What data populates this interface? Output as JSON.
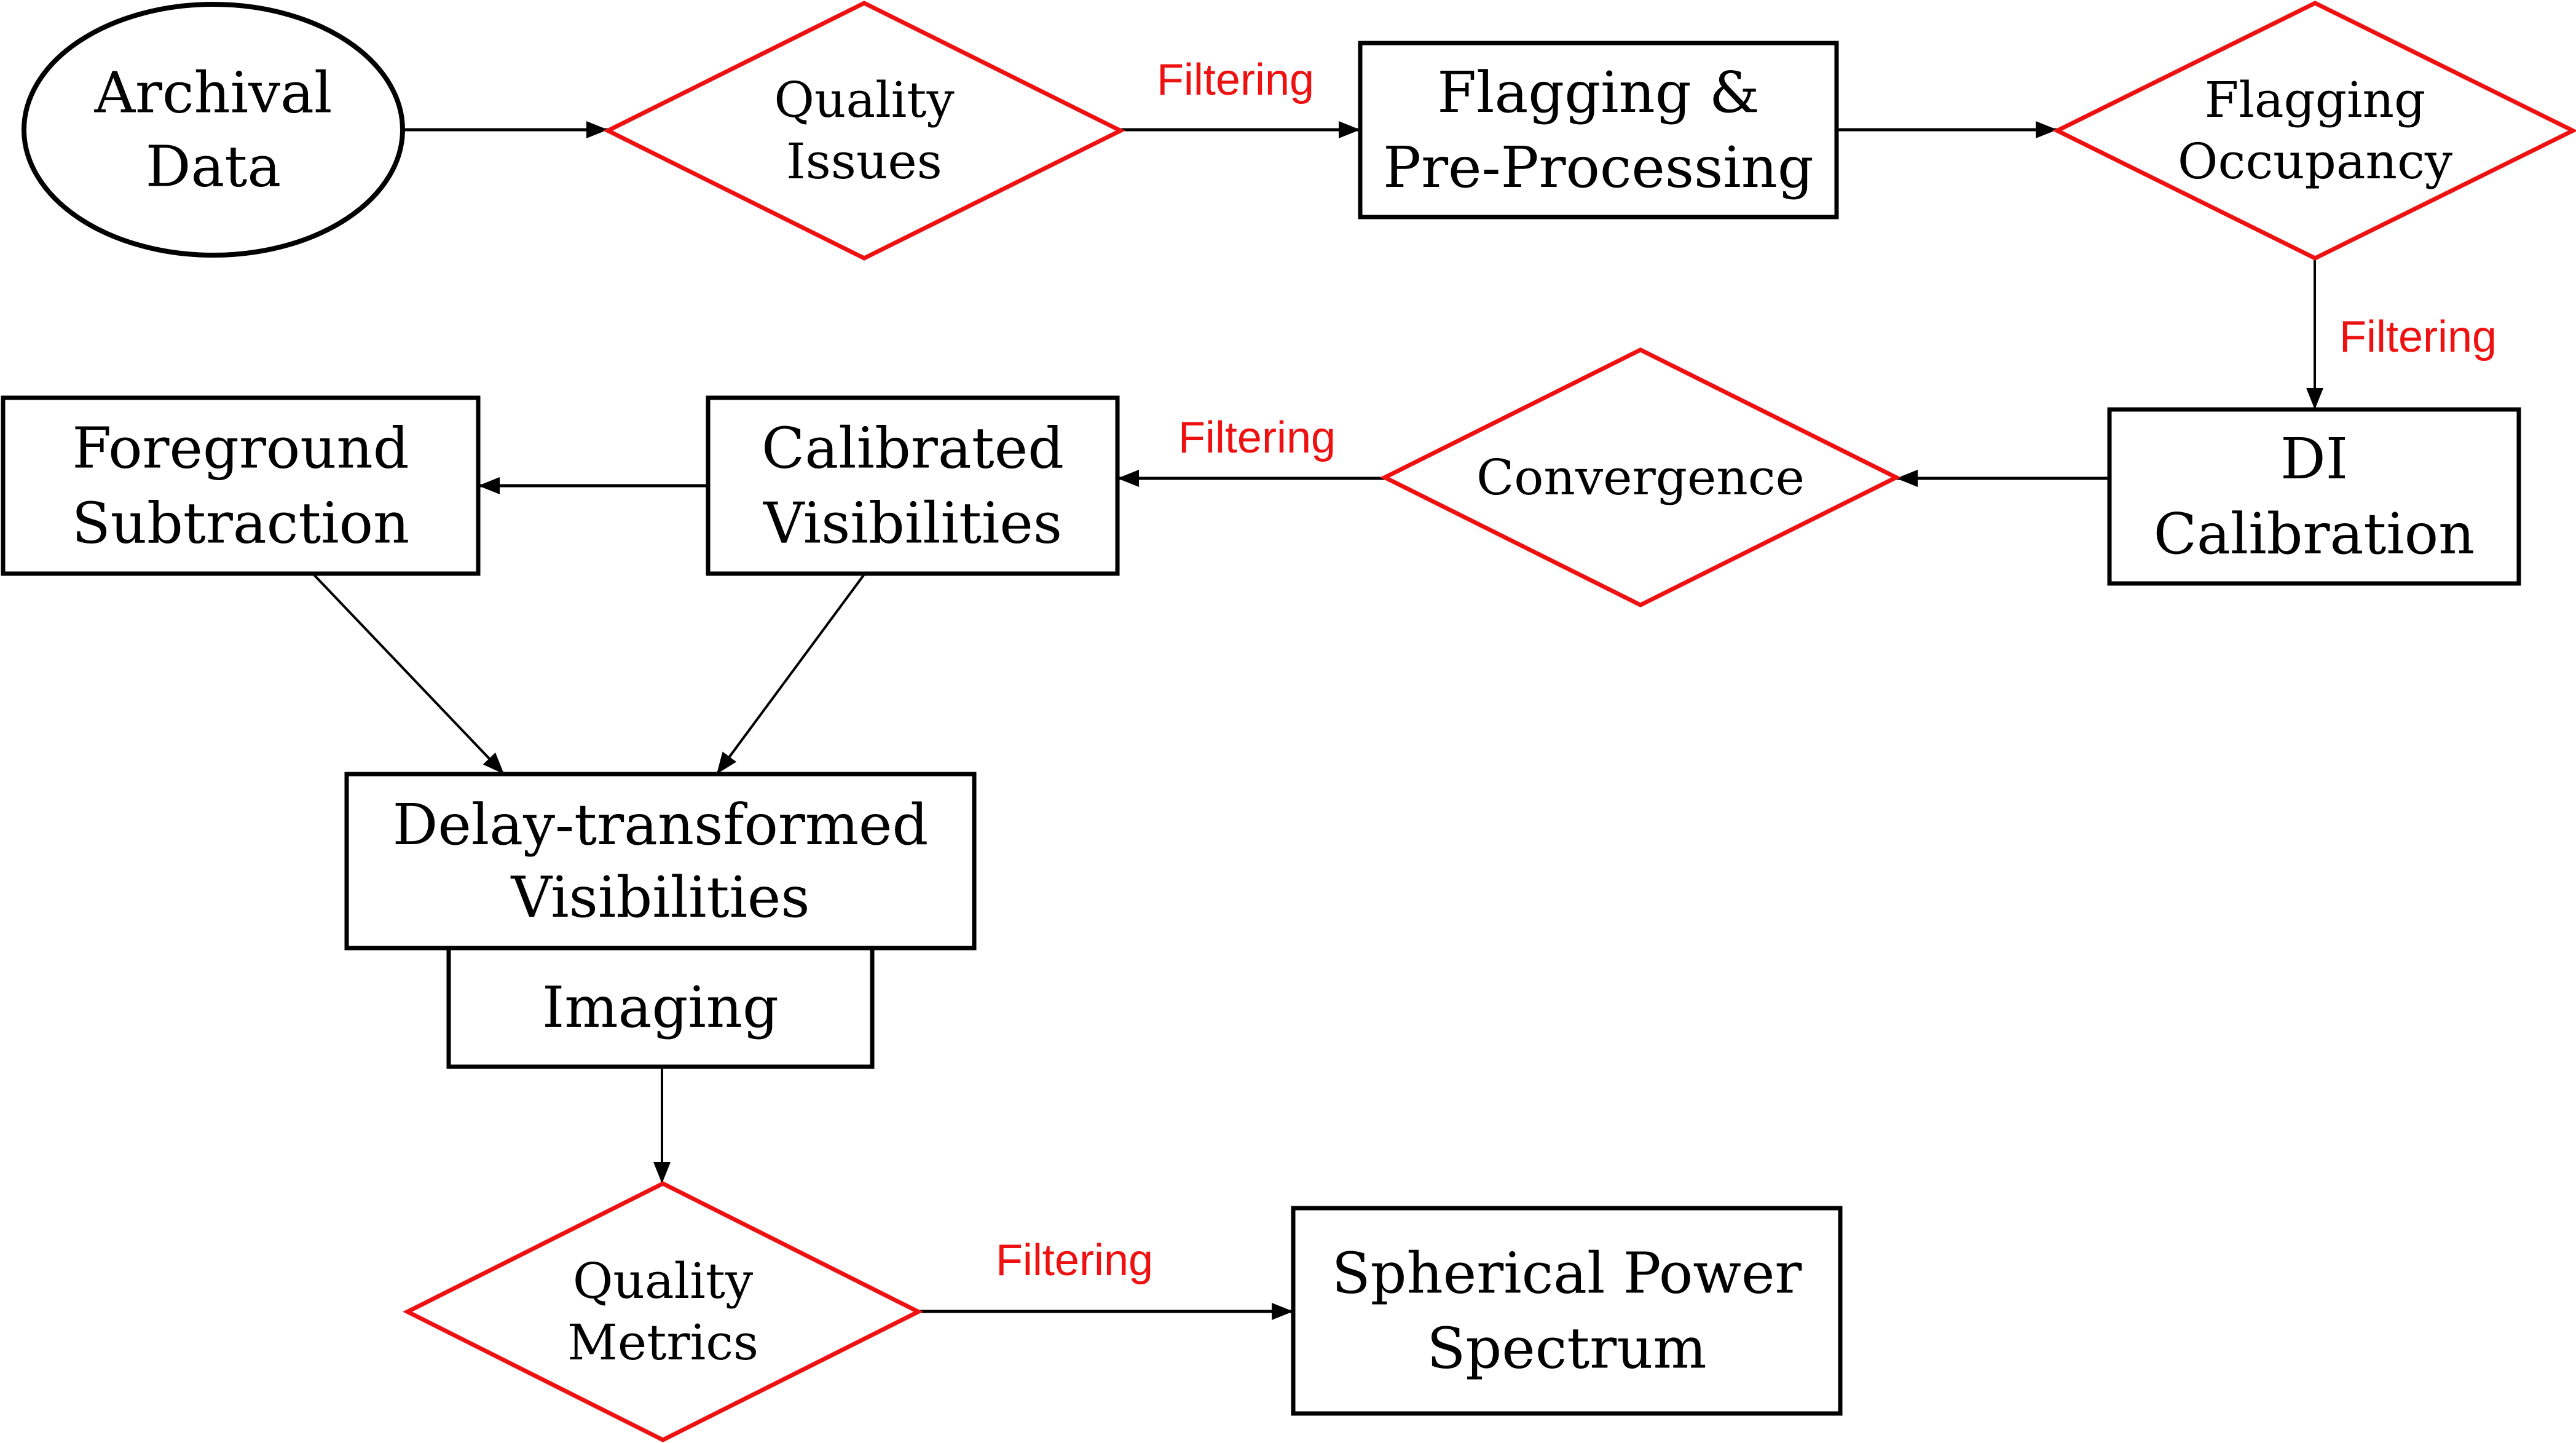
{
  "diagram": {
    "colors": {
      "process_stroke": "#000000",
      "decision_stroke": "#ee1111",
      "edge_label": "#ee1111",
      "background": "#ffffff"
    },
    "nodes": {
      "archival_data": {
        "type": "terminal",
        "lines": [
          "Archival",
          "Data"
        ]
      },
      "quality_issues": {
        "type": "decision",
        "lines": [
          "Quality",
          "Issues"
        ]
      },
      "flagging_preprocessing": {
        "type": "process",
        "lines": [
          "Flagging &",
          "Pre-Processing"
        ]
      },
      "flagging_occupancy": {
        "type": "decision",
        "lines": [
          "Flagging",
          "Occupancy"
        ]
      },
      "di_calibration": {
        "type": "process",
        "lines": [
          "DI",
          "Calibration"
        ]
      },
      "convergence": {
        "type": "decision",
        "lines": [
          "Convergence"
        ]
      },
      "calibrated_visibilities": {
        "type": "process",
        "lines": [
          "Calibrated",
          "Visibilities"
        ]
      },
      "foreground_subtraction": {
        "type": "process",
        "lines": [
          "Foreground",
          "Subtraction"
        ]
      },
      "delay_transformed": {
        "type": "process",
        "lines": [
          "Delay-transformed",
          "Visibilities"
        ]
      },
      "imaging": {
        "type": "process",
        "lines": [
          "Imaging"
        ]
      },
      "quality_metrics": {
        "type": "decision",
        "lines": [
          "Quality",
          "Metrics"
        ]
      },
      "spherical_power_spectrum": {
        "type": "process",
        "lines": [
          "Spherical Power",
          "Spectrum"
        ]
      }
    },
    "edges": [
      {
        "from": "archival_data",
        "to": "quality_issues",
        "label": ""
      },
      {
        "from": "quality_issues",
        "to": "flagging_preprocessing",
        "label": "Filtering"
      },
      {
        "from": "flagging_preprocessing",
        "to": "flagging_occupancy",
        "label": ""
      },
      {
        "from": "flagging_occupancy",
        "to": "di_calibration",
        "label": "Filtering"
      },
      {
        "from": "di_calibration",
        "to": "convergence",
        "label": ""
      },
      {
        "from": "convergence",
        "to": "calibrated_visibilities",
        "label": "Filtering"
      },
      {
        "from": "calibrated_visibilities",
        "to": "foreground_subtraction",
        "label": ""
      },
      {
        "from": "foreground_subtraction",
        "to": "delay_transformed",
        "label": ""
      },
      {
        "from": "calibrated_visibilities",
        "to": "delay_transformed",
        "label": ""
      },
      {
        "from": "imaging",
        "to": "quality_metrics",
        "label": ""
      },
      {
        "from": "quality_metrics",
        "to": "spherical_power_spectrum",
        "label": "Filtering"
      }
    ]
  }
}
